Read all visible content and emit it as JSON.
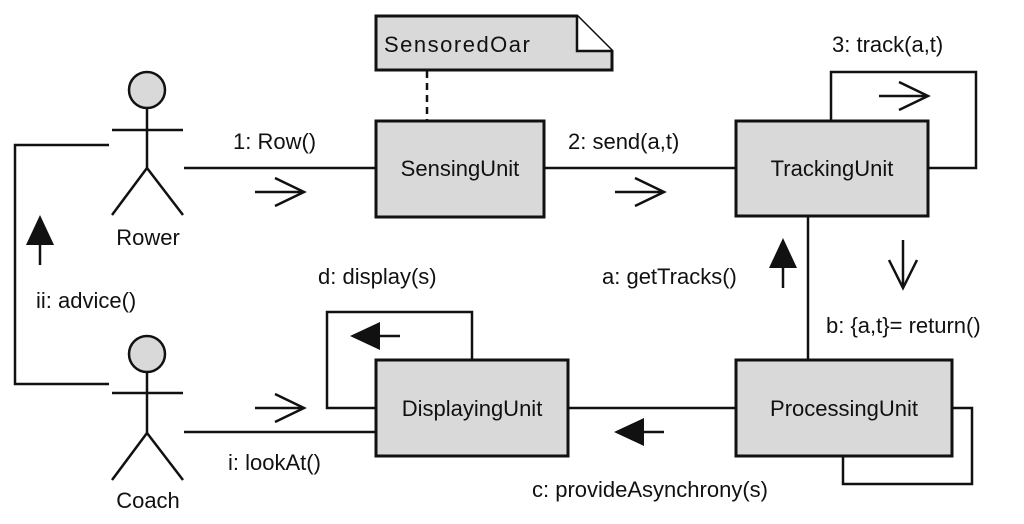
{
  "diagram": {
    "type": "UML communication diagram",
    "actors": [
      {
        "id": "rower",
        "label": "Rower"
      },
      {
        "id": "coach",
        "label": "Coach"
      }
    ],
    "objects": [
      {
        "id": "sensing",
        "label": "SensingUnit"
      },
      {
        "id": "tracking",
        "label": "TrackingUnit"
      },
      {
        "id": "displaying",
        "label": "DisplayingUnit"
      },
      {
        "id": "processing",
        "label": "ProcessingUnit"
      }
    ],
    "note": {
      "label": "SensoredOar",
      "attached_to": "sensing"
    },
    "messages": [
      {
        "id": "m1",
        "label": "1: Row()",
        "from": "rower",
        "to": "sensing",
        "arrow": "open"
      },
      {
        "id": "m2",
        "label": "2: send(a,t)",
        "from": "sensing",
        "to": "tracking",
        "arrow": "open"
      },
      {
        "id": "m3",
        "label": "3: track(a,t)",
        "from": "tracking",
        "to": "tracking",
        "arrow": "open"
      },
      {
        "id": "ma",
        "label": "a: getTracks()",
        "from": "processing",
        "to": "tracking",
        "arrow": "filled"
      },
      {
        "id": "mb",
        "label": "b: {a,t}= return()",
        "from": "tracking",
        "to": "processing",
        "arrow": "open"
      },
      {
        "id": "mc",
        "label": "c: provideAsynchrony(s)",
        "from": "processing",
        "to": "displaying",
        "arrow": "filled"
      },
      {
        "id": "md",
        "label": "d: display(s)",
        "from": "displaying",
        "to": "displaying",
        "arrow": "filled"
      },
      {
        "id": "mi",
        "label": "i: lookAt()",
        "from": "coach",
        "to": "displaying",
        "arrow": "open"
      },
      {
        "id": "mii",
        "label": "ii: advice()",
        "from": "coach",
        "to": "rower",
        "arrow": "filled"
      }
    ]
  },
  "labels": {
    "rower": "Rower",
    "coach": "Coach",
    "sensing": "SensingUnit",
    "tracking": "TrackingUnit",
    "displaying": "DisplayingUnit",
    "processing": "ProcessingUnit",
    "note": "SensoredOar",
    "m1": "1: Row()",
    "m2": "2: send(a,t)",
    "m3": "3: track(a,t)",
    "ma": "a: getTracks()",
    "mb": "b: {a,t}= return()",
    "mc": "c: provideAsynchrony(s)",
    "md": "d: display(s)",
    "mi": "i: lookAt()",
    "mii": "ii: advice()"
  }
}
